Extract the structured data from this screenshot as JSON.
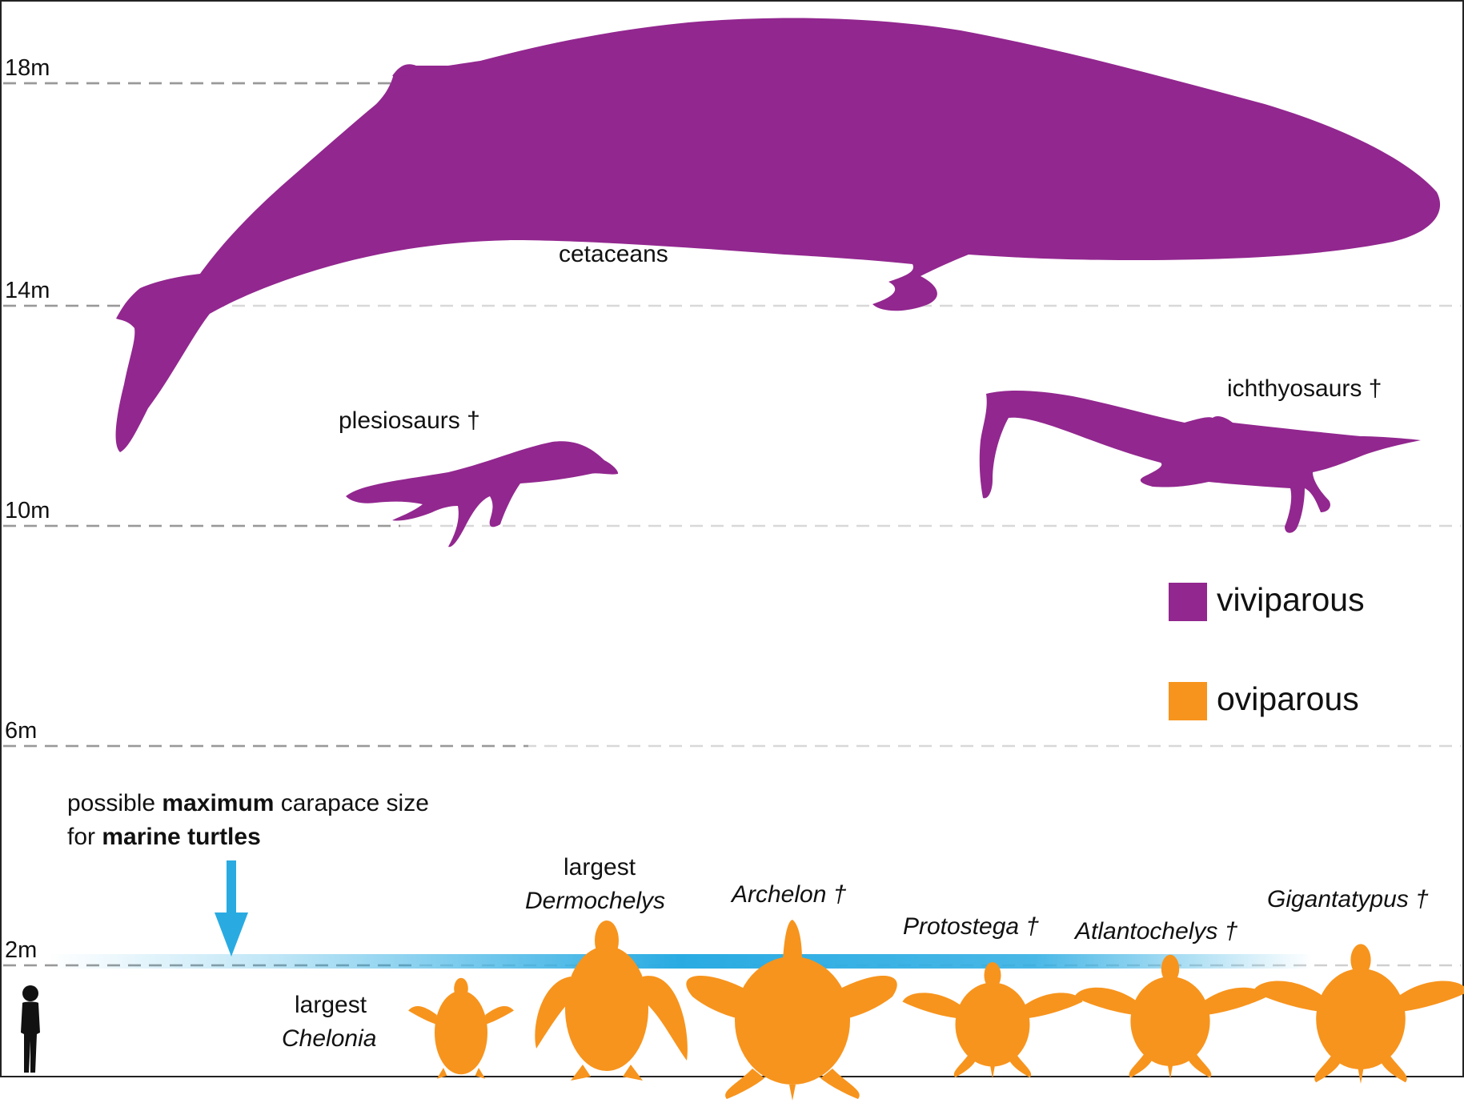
{
  "scale": {
    "unit": "m",
    "ticks": [
      {
        "label": "18m",
        "value": 18
      },
      {
        "label": "14m",
        "value": 14
      },
      {
        "label": "10m",
        "value": 10
      },
      {
        "label": "6m",
        "value": 6
      },
      {
        "label": "2m",
        "value": 2
      }
    ]
  },
  "colors": {
    "viviparous": "#92278f",
    "oviparous": "#f7941d",
    "arrow": "#29abe2",
    "gridline": "#a8a8a8"
  },
  "legend": {
    "viviparous": "viviparous",
    "oviparous": "oviparous"
  },
  "groups": {
    "cetaceans": "cetaceans",
    "plesiosaurs": "plesiosaurs †",
    "ichthyosaurs": "ichthyosaurs †"
  },
  "turtles": {
    "chelonia_line1": "largest",
    "chelonia_line2": "Chelonia",
    "dermochelys_line1": "largest",
    "dermochelys_line2": "Dermochelys",
    "archelon": "Archelon †",
    "protostega": "Protostega †",
    "atlantochelys": "Atlantochelys †",
    "gigantatypus": "Gigantatypus †"
  },
  "annotation": {
    "line1_a": "possible ",
    "line1_b": "maximum",
    "line1_c": " carapace size",
    "line2_a": "for ",
    "line2_b": "marine turtles"
  },
  "icons": {
    "human": "human-silhouette-icon",
    "arrow": "down-arrow-icon"
  }
}
